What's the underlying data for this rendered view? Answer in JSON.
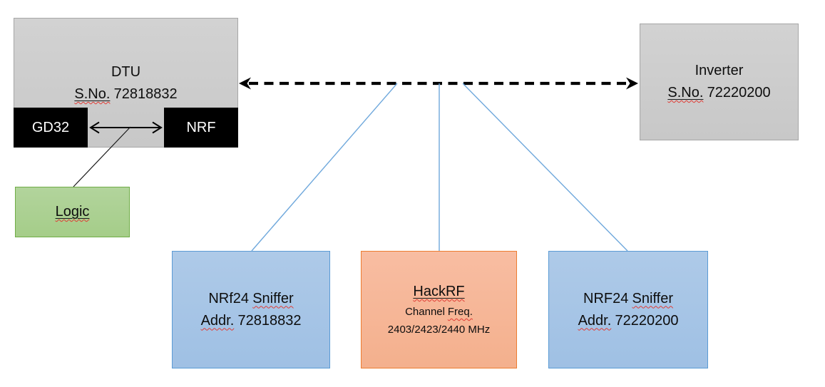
{
  "diagram": {
    "dtu": {
      "title": "DTU",
      "serial_label": "S.No.",
      "serial_number": "72818832",
      "chips": [
        {
          "label": "GD32"
        },
        {
          "label": "NRF"
        }
      ]
    },
    "logic": {
      "label": "Logic"
    },
    "inverter": {
      "title": "Inverter",
      "serial_label": "S.No.",
      "serial_number": "72220200"
    },
    "sniffer_left": {
      "name_prefix": "NRf24",
      "name_word": "Sniffer",
      "addr_label": "Addr.",
      "addr_number": "72818832"
    },
    "hackrf": {
      "title": "HackRF",
      "subtitle_prefix": "Channel",
      "subtitle_word": "Freq.",
      "frequencies": "2403/2423/2440 MHz"
    },
    "sniffer_right": {
      "name_prefix": "NRF24",
      "name_word": "Sniffer",
      "addr_label": "Addr.",
      "addr_number": "72220200"
    },
    "colors": {
      "gray_fill": "#cdcdcd",
      "gray_border": "#a6a6a6",
      "chip_fill": "#000000",
      "chip_text": "#ffffff",
      "green_fill": "#a9d18e",
      "green_border": "#70ad47",
      "blue_fill": "#a3c4e8",
      "blue_border": "#5b9bd5",
      "orange_fill": "#f5b183",
      "orange_border": "#ed7d31",
      "connector_blue": "#6fa8dc",
      "arrow_black": "#000000",
      "squiggle_red": "#e03b34"
    }
  }
}
